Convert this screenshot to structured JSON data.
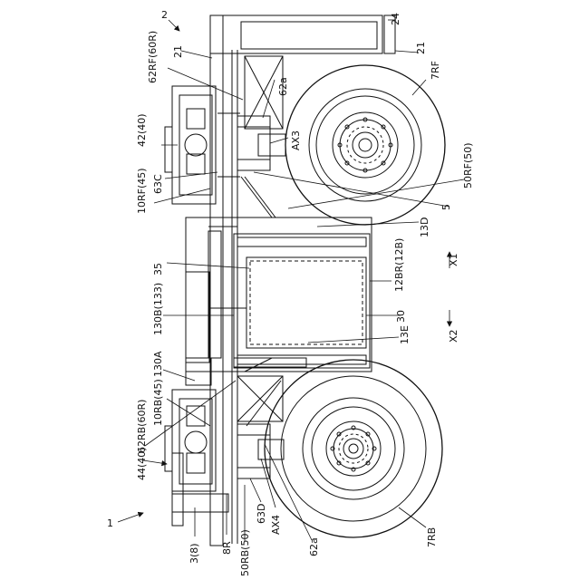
{
  "figure": {
    "line_color": "#111111",
    "background": "#ffffff",
    "labels": {
      "l2": "2",
      "l24": "24",
      "l21a": "21",
      "l21b": "21",
      "l62RF": "62RF(60R)",
      "l62a_top": "62a",
      "l7RF": "7RF",
      "l42": "42(40)",
      "lAX3": "AX3",
      "l10RF": "10RF(45)",
      "l63C": "63C",
      "l50RF": "50RF(50)",
      "l5": "5",
      "l13D": "13D",
      "lX1": "X1",
      "l12BR": "12BR(12B)",
      "l35": "35",
      "l130B": "130B(133)",
      "l30": "30",
      "lX2": "X2",
      "l13E": "13E",
      "l130A": "130A",
      "l10RB": "10RB(45)",
      "l62RB": "62RB(60R)",
      "l44": "44(40)",
      "l1": "1",
      "l38": "3(8)",
      "l8R": "8R",
      "l50RB": "50RB(50)",
      "l63D": "63D",
      "lAX4": "AX4",
      "l62a_bot": "62a",
      "l7RB": "7RB"
    }
  }
}
